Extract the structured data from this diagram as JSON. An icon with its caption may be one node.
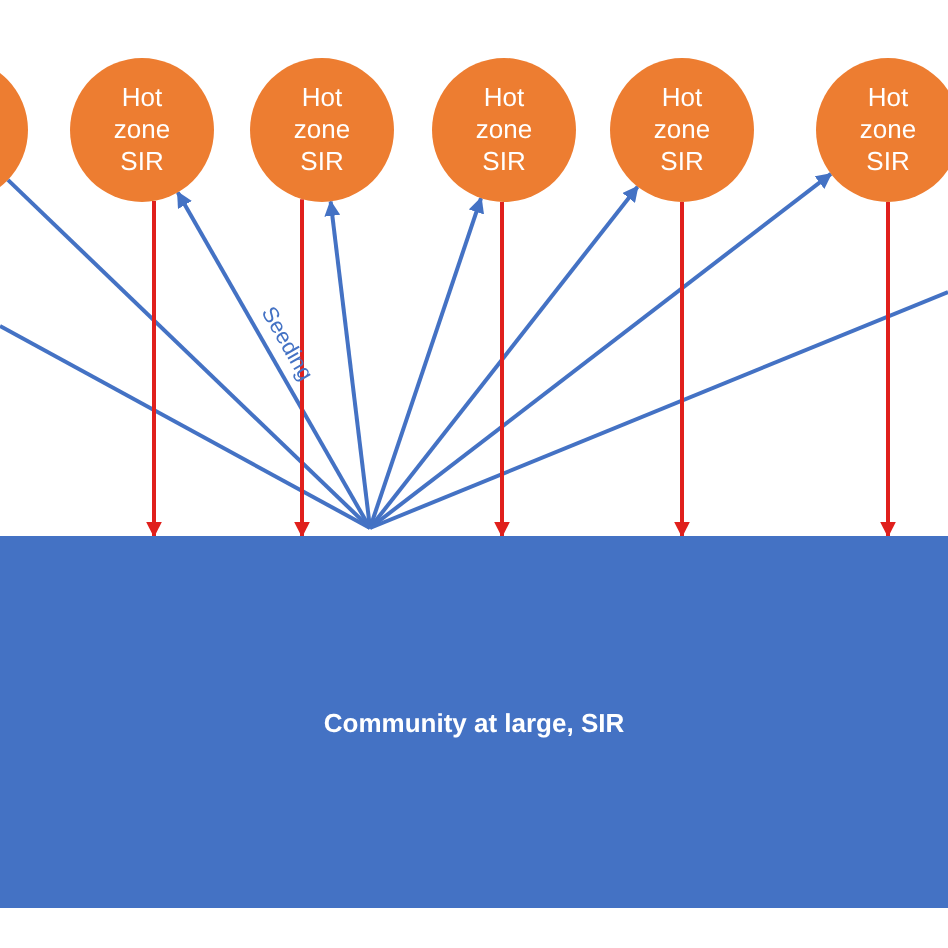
{
  "diagram": {
    "nodes": [
      {
        "text": [],
        "shape": "circle"
      },
      {
        "text": [
          "Hot zone SIR"
        ]
      },
      {
        "text": [
          "Hot zone SIR"
        ]
      },
      {
        "text": [
          "Hot zone SIR"
        ]
      },
      {
        "text": [
          "Hot zone SIR"
        ]
      },
      {
        "text": [
          "Hot zone SIR"
        ]
      },
      {
        "text": [
          "Community at large, SIR"
        ]
      }
    ],
    "edges": [
      {
        "from": 6,
        "to": 0,
        "arrow": "none"
      },
      {
        "from": 6,
        "to": null,
        "arrow": "none"
      },
      {
        "from": 6,
        "to": 1,
        "arrow": "to",
        "label": "Seeding"
      },
      {
        "from": 6,
        "to": 2,
        "arrow": "to"
      },
      {
        "from": 6,
        "to": 3,
        "arrow": "to"
      },
      {
        "from": 6,
        "to": 4,
        "arrow": "to"
      },
      {
        "from": 6,
        "to": 5,
        "arrow": "to"
      },
      {
        "from": 6,
        "to": null,
        "arrow": "none"
      },
      {
        "from": 1,
        "to": 6,
        "arrow": "to",
        "color": "#e0201c"
      },
      {
        "from": 2,
        "to": 6,
        "arrow": "to",
        "color": "#e0201c"
      },
      {
        "from": 3,
        "to": 6,
        "arrow": "to",
        "color": "#e0201c"
      },
      {
        "from": 4,
        "to": 6,
        "arrow": "to",
        "color": "#e0201c"
      },
      {
        "from": 5,
        "to": 6,
        "arrow": "to",
        "color": "#e0201c"
      }
    ]
  }
}
